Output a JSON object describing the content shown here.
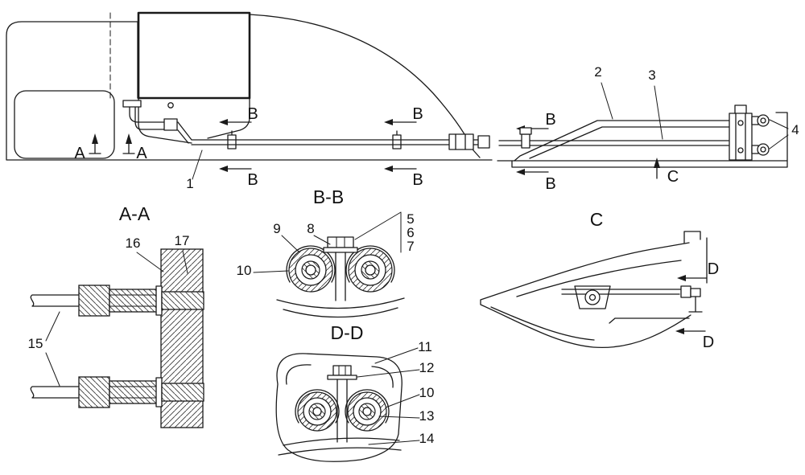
{
  "colors": {
    "line": "#1a1a1a",
    "background": "#ffffff",
    "hatch": "#3a3a3a"
  },
  "sections": {
    "aa": "A-A",
    "bb": "B-B",
    "c": "C",
    "dd": "D-D"
  },
  "markers": {
    "a": "A",
    "b": "B",
    "c": "C",
    "d": "D"
  },
  "callouts": {
    "c1": "1",
    "c2": "2",
    "c3": "3",
    "c4": "4",
    "c5": "5",
    "c6": "6",
    "c7": "7",
    "c8": "8",
    "c9": "9",
    "c10": "10",
    "c11": "11",
    "c12": "12",
    "c13": "13",
    "c14": "14",
    "c15": "15",
    "c16": "16",
    "c17": "17"
  }
}
